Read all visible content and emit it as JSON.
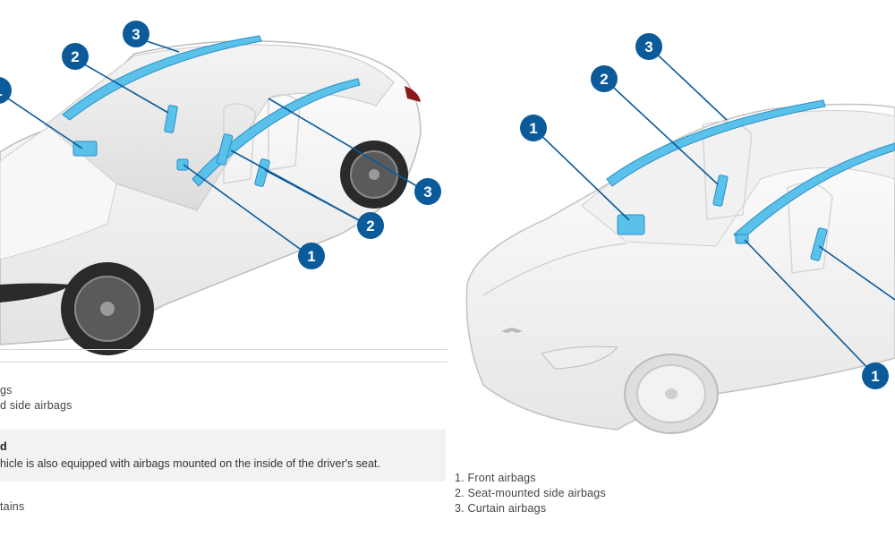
{
  "left_panel": {
    "callouts": [
      "3",
      "2",
      "1",
      "3",
      "2",
      "1"
    ],
    "legend": {
      "line1": "gs",
      "line2": "d side airbags",
      "line3": "tains"
    },
    "note": {
      "title": "d",
      "text": "hicle is also equipped with airbags mounted on the inside of the driver's seat."
    }
  },
  "right_panel": {
    "callouts": [
      "3",
      "2",
      "1",
      "1"
    ],
    "legend": [
      "1. Front airbags",
      "2. Seat-mounted side airbags",
      "3. Curtain airbags"
    ]
  },
  "colors": {
    "callout_badge": "#0b5a9a",
    "callout_line": "#0b5a9a",
    "airbag_fill": "#59c1ea",
    "airbag_stroke": "#2b8ec6",
    "note_background": "#f2f2f2",
    "divider": "#d9d9d9"
  }
}
